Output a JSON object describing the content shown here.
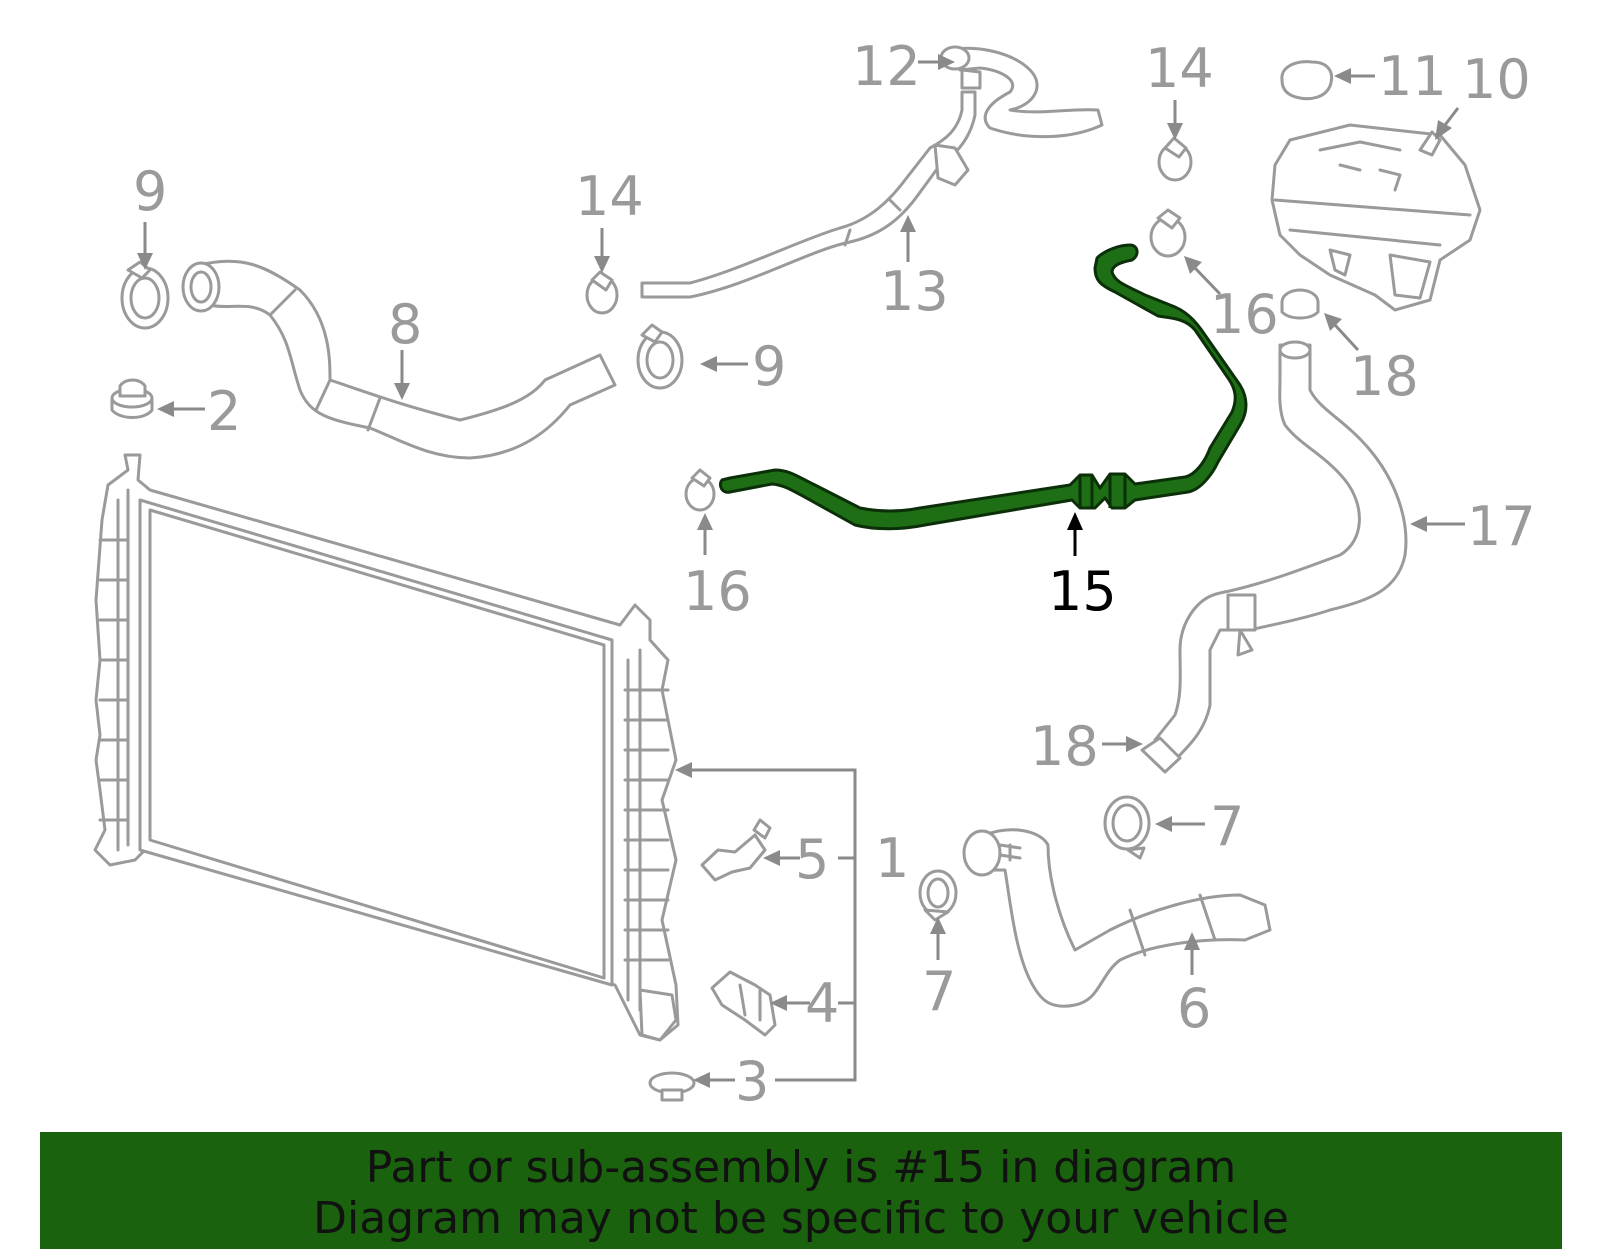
{
  "diagram": {
    "callouts": [
      {
        "id": "c12",
        "label": "12"
      },
      {
        "id": "c14a",
        "label": "14"
      },
      {
        "id": "c11",
        "label": "11"
      },
      {
        "id": "c10",
        "label": "10"
      },
      {
        "id": "c9a",
        "label": "9"
      },
      {
        "id": "c14b",
        "label": "14"
      },
      {
        "id": "c13",
        "label": "13"
      },
      {
        "id": "c16a",
        "label": "16"
      },
      {
        "id": "c18a",
        "label": "18"
      },
      {
        "id": "c8",
        "label": "8"
      },
      {
        "id": "c9b",
        "label": "9"
      },
      {
        "id": "c2",
        "label": "2"
      },
      {
        "id": "c17",
        "label": "17"
      },
      {
        "id": "c16b",
        "label": "16"
      },
      {
        "id": "c15",
        "label": "15"
      },
      {
        "id": "c18b",
        "label": "18"
      },
      {
        "id": "c7a",
        "label": "7"
      },
      {
        "id": "c5",
        "label": "5"
      },
      {
        "id": "c1",
        "label": "1"
      },
      {
        "id": "c7b",
        "label": "7"
      },
      {
        "id": "c6",
        "label": "6"
      },
      {
        "id": "c4",
        "label": "4"
      },
      {
        "id": "c3",
        "label": "3"
      }
    ],
    "highlighted_part": "15",
    "highlight_color": "#1d6e14"
  },
  "banner": {
    "line1": "Part or sub-assembly is #15 in diagram",
    "line2": "Diagram may not be specific to your vehicle",
    "background_color": "#1a620e"
  }
}
